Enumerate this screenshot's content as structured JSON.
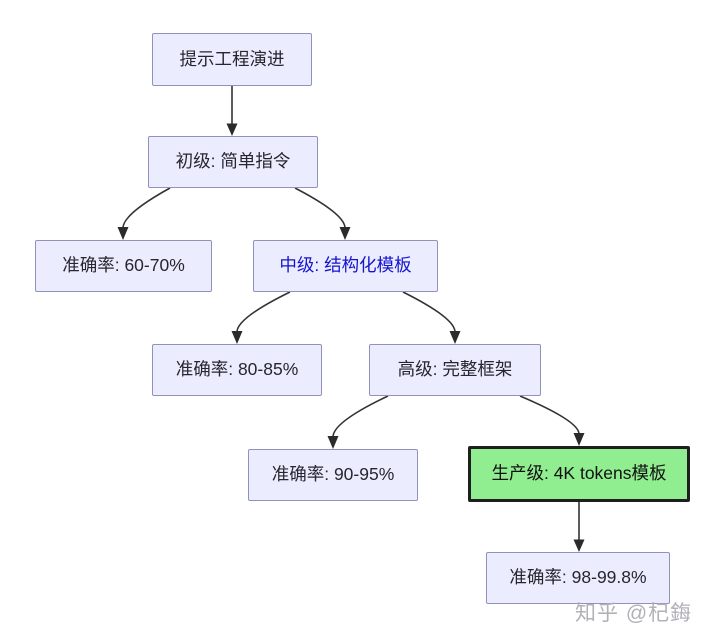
{
  "diagram": {
    "type": "flowchart",
    "direction": "top-down",
    "nodes": [
      {
        "id": "root",
        "label": "提示工程演进",
        "style": "default"
      },
      {
        "id": "basic",
        "label": "初级: 简单指令",
        "style": "default"
      },
      {
        "id": "acc_basic",
        "label": "准确率: 60-70%",
        "style": "default"
      },
      {
        "id": "intermediate",
        "label": "中级: 结构化模板",
        "style": "blue-text"
      },
      {
        "id": "acc_intermediate",
        "label": "准确率: 80-85%",
        "style": "default"
      },
      {
        "id": "advanced",
        "label": "高级: 完整框架",
        "style": "default"
      },
      {
        "id": "acc_advanced",
        "label": "准确率: 90-95%",
        "style": "default"
      },
      {
        "id": "production",
        "label": "生产级: 4K tokens模板",
        "style": "highlight-green"
      },
      {
        "id": "acc_production",
        "label": "准确率: 98-99.8%",
        "style": "default"
      }
    ],
    "edges": [
      {
        "from": "root",
        "to": "basic"
      },
      {
        "from": "basic",
        "to": "acc_basic"
      },
      {
        "from": "basic",
        "to": "intermediate"
      },
      {
        "from": "intermediate",
        "to": "acc_intermediate"
      },
      {
        "from": "intermediate",
        "to": "advanced"
      },
      {
        "from": "advanced",
        "to": "acc_advanced"
      },
      {
        "from": "advanced",
        "to": "production"
      },
      {
        "from": "production",
        "to": "acc_production"
      }
    ]
  },
  "colors": {
    "node_fill": "#ECECFF",
    "node_border": "#9192bc",
    "node_text": "#26262e",
    "intermediate_text": "#1414cc",
    "highlight_fill": "#90EE90",
    "highlight_border": "#1f1f1f",
    "edge": "#333333",
    "background": "#ffffff"
  },
  "watermark": {
    "text": "知乎 @杞鋂"
  }
}
